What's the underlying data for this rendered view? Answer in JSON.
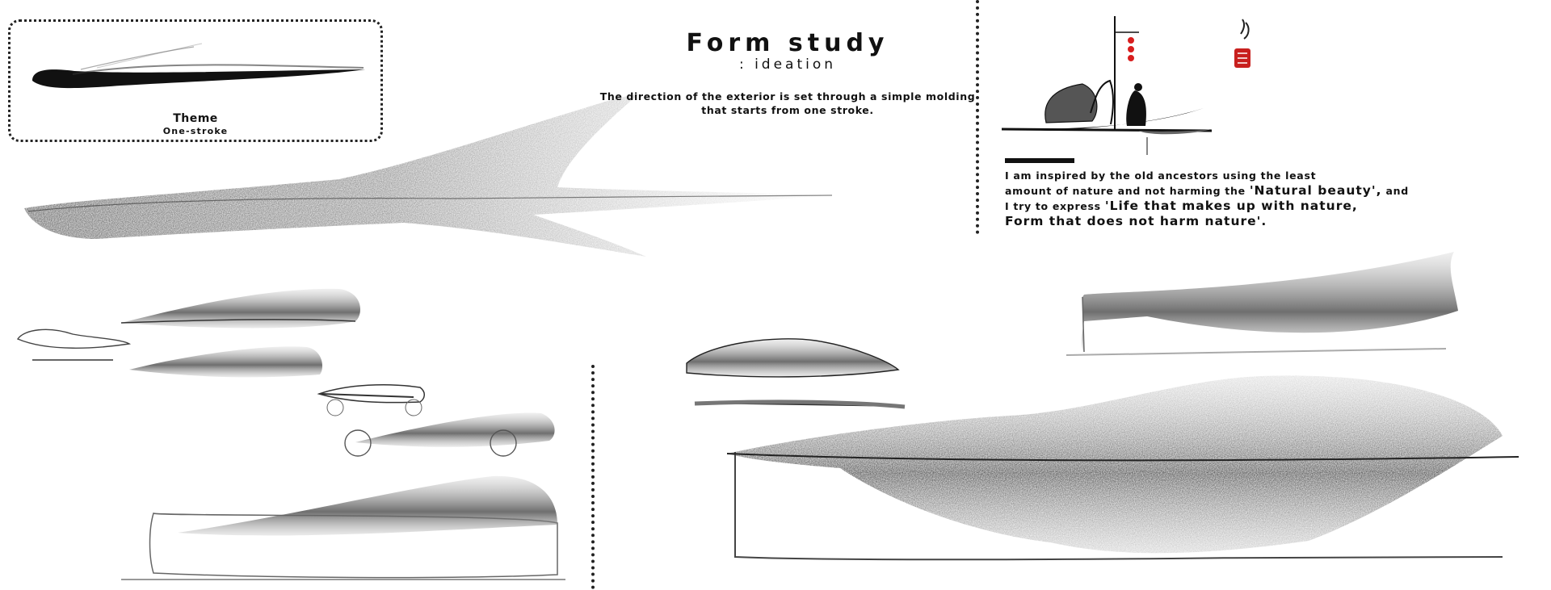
{
  "theme": {
    "title": "Theme",
    "subtitle": "One-stroke"
  },
  "header": {
    "title": "Form study",
    "subtitle": ": ideation",
    "description_line1": "The direction of the exterior is set through a simple molding",
    "description_line2": "that starts from one stroke."
  },
  "quote": {
    "line1": "I am inspired by the old ancestors using the least",
    "line2_pre": "amount of nature and not harming the ",
    "line2_em": "'Natural beauty',",
    "line2_post": " and",
    "line3_pre": "I try to express ",
    "line3_em": "'Life that makes up with nature,",
    "line4_em": "Form that does not harm nature'."
  },
  "illustration": {
    "lantern_color": "#d81e1e",
    "seal_color": "#c8201e",
    "ink_color": "#1a1a1a"
  }
}
